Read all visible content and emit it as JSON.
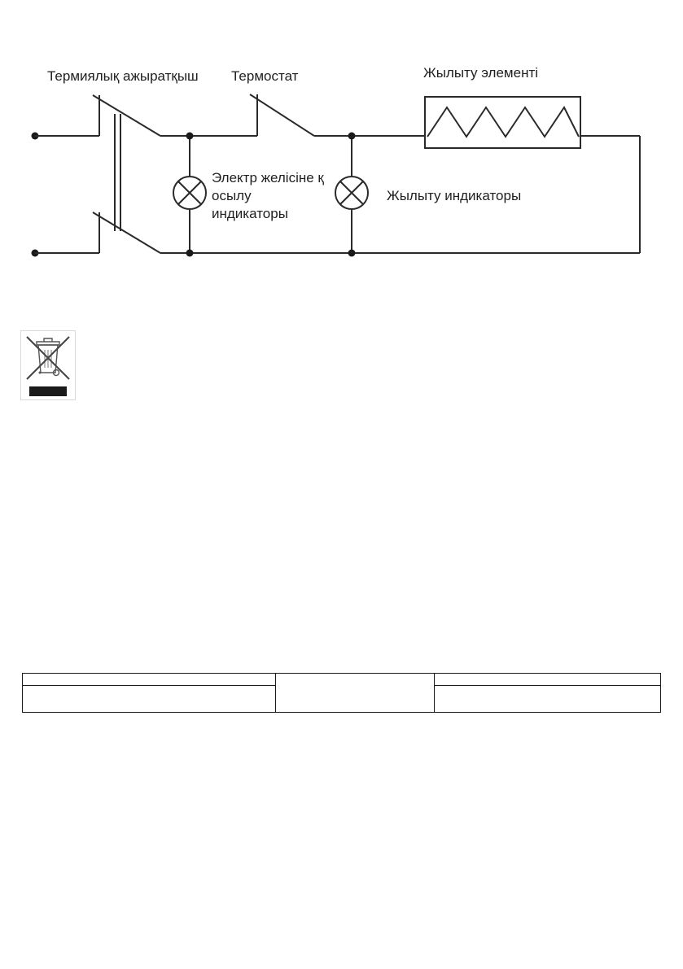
{
  "diagram": {
    "labels": {
      "thermal_cutoff": "Термиялық ажыратқыш",
      "thermostat": "Термостат",
      "heating_element": "Жылыту элементі",
      "power_indicator_line1": "Электр желісіне қ",
      "power_indicator_line2": "осылу",
      "power_indicator_line3": "индикаторы",
      "heating_indicator": "Жылыту индикаторы"
    }
  },
  "recycling_symbol": {
    "icon": "crossed-out-wheelie-bin-icon"
  },
  "table": {
    "rows": [
      [
        "",
        "",
        ""
      ],
      [
        "",
        "",
        ""
      ]
    ]
  }
}
